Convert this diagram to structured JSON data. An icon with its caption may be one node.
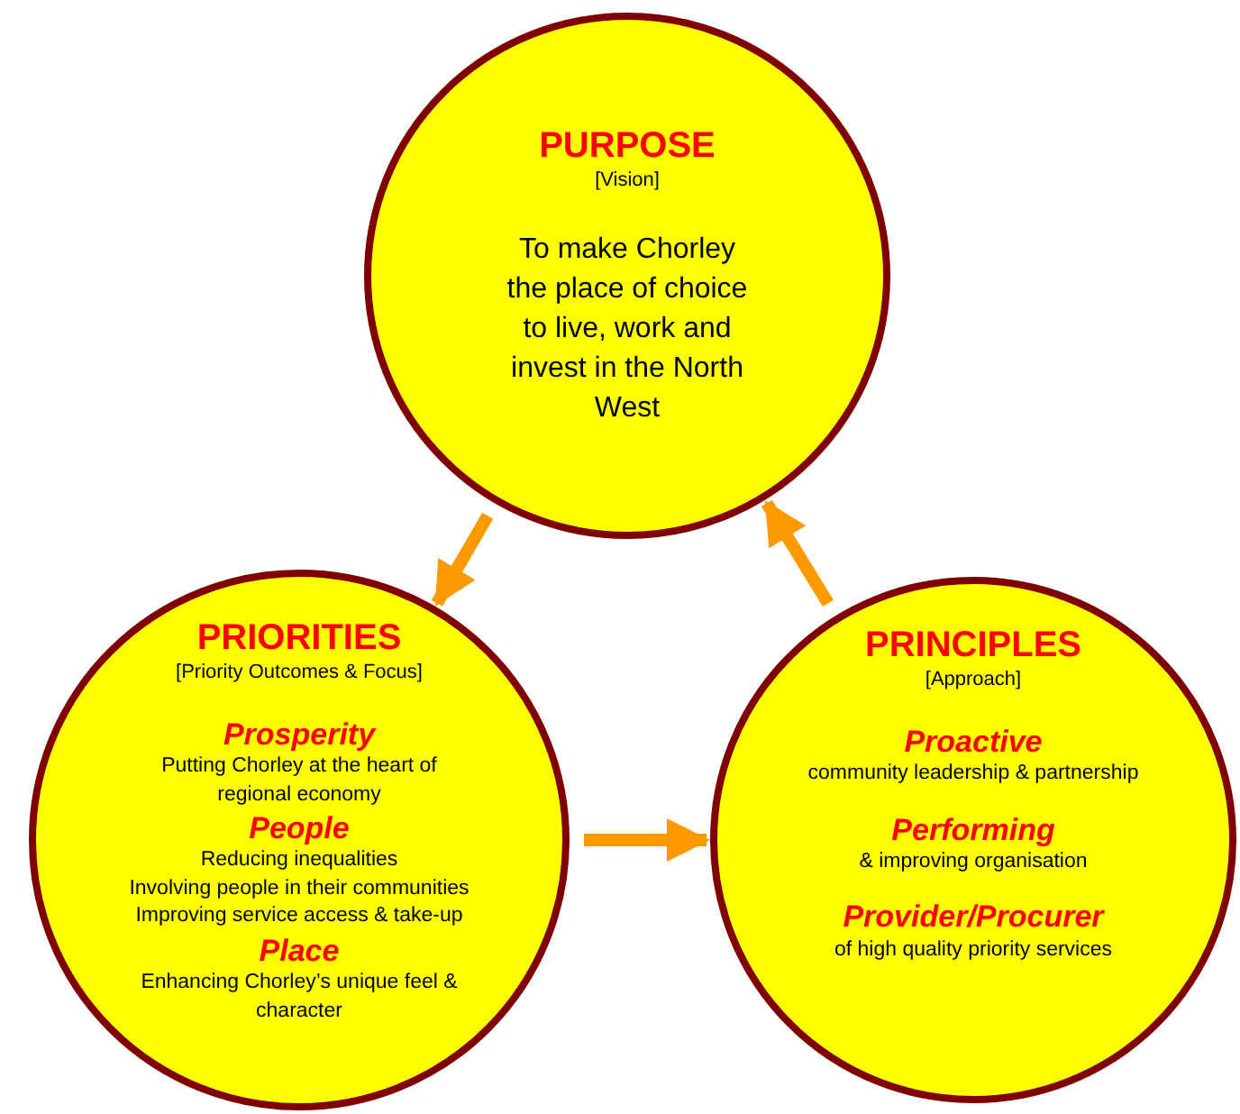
{
  "diagram": {
    "nodes": [
      {
        "text": [
          "PURPOSE",
          "[Vision]",
          "To make Chorley the place of  choice to live, work and invest in the North West"
        ]
      },
      {
        "text": [
          "PRIORITIES",
          "[Priority Outcomes & Focus]",
          "Prosperity",
          "Putting Chorley at the heart of regional economy",
          "People",
          "Reducing inequalities",
          "Involving people in their communities",
          "Improving service access & take-up",
          "Place",
          "Enhancing Chorley’s unique feel & character"
        ]
      },
      {
        "text": [
          "PRINCIPLES",
          "[Approach]",
          "Proactive",
          "community leadership & partnership",
          "Performing",
          "& improving organisation",
          "Provider/Procurer",
          "of high quality priority services"
        ]
      }
    ],
    "edges": [
      {
        "from": 0,
        "to": 1,
        "arrow": "to"
      },
      {
        "from": 1,
        "to": 2,
        "arrow": "to"
      },
      {
        "from": 2,
        "to": 0,
        "arrow": "to"
      }
    ]
  }
}
